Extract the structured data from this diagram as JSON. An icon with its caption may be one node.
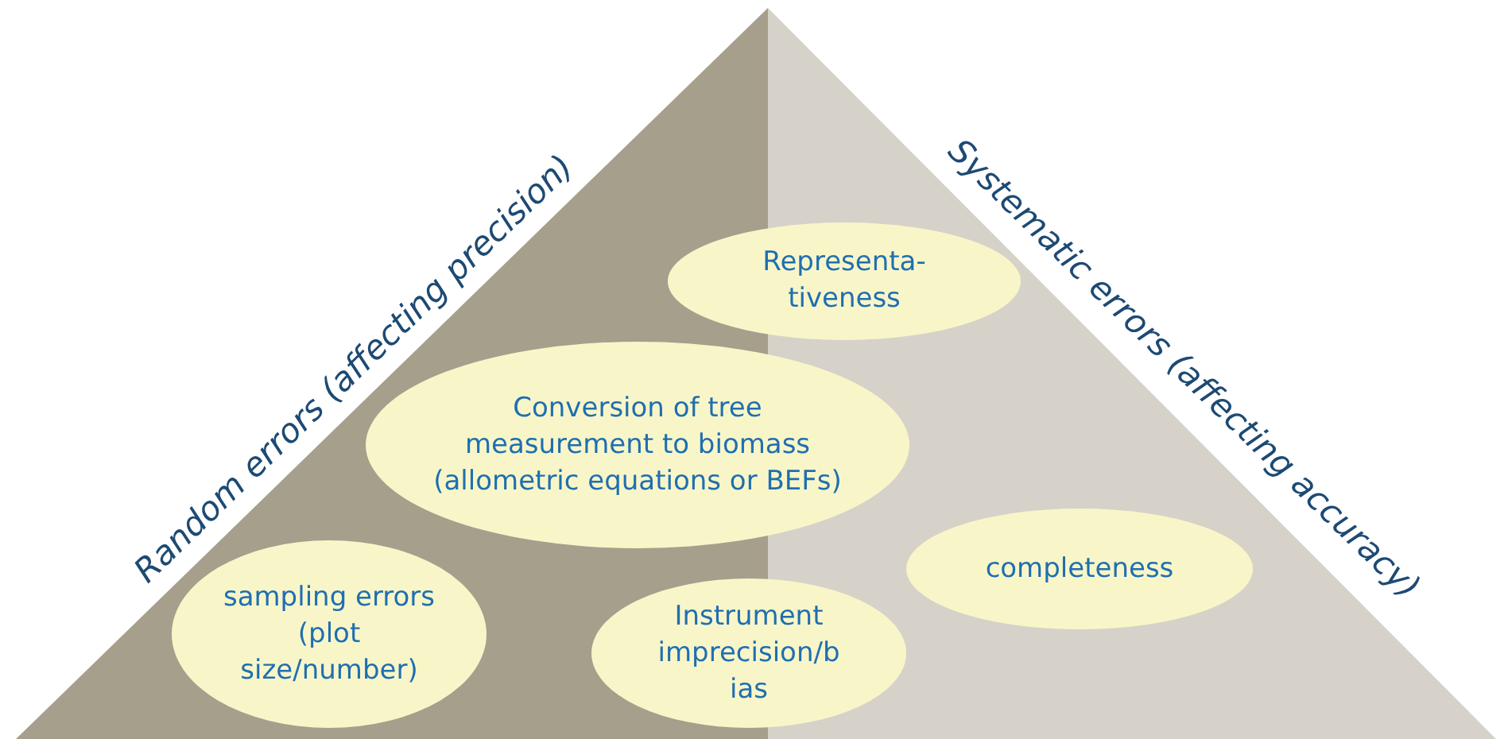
{
  "diagram": {
    "nodes": [
      {
        "text": [
          "Random errors (affecting precision)"
        ]
      },
      {
        "text": [
          "Systematic errors (affecting accuracy)"
        ]
      },
      {
        "text": [
          "Representa- tiveness"
        ]
      },
      {
        "text": [
          "Conversion of tree measurement to biomass (allometric equations or BEFs)"
        ]
      },
      {
        "text": [
          "sampling errors (plot size/number)"
        ],
        "in": 0
      },
      {
        "text": [
          "Instrument imprecision/b ias"
        ]
      },
      {
        "text": [
          "completeness"
        ],
        "in": 1
      }
    ]
  }
}
